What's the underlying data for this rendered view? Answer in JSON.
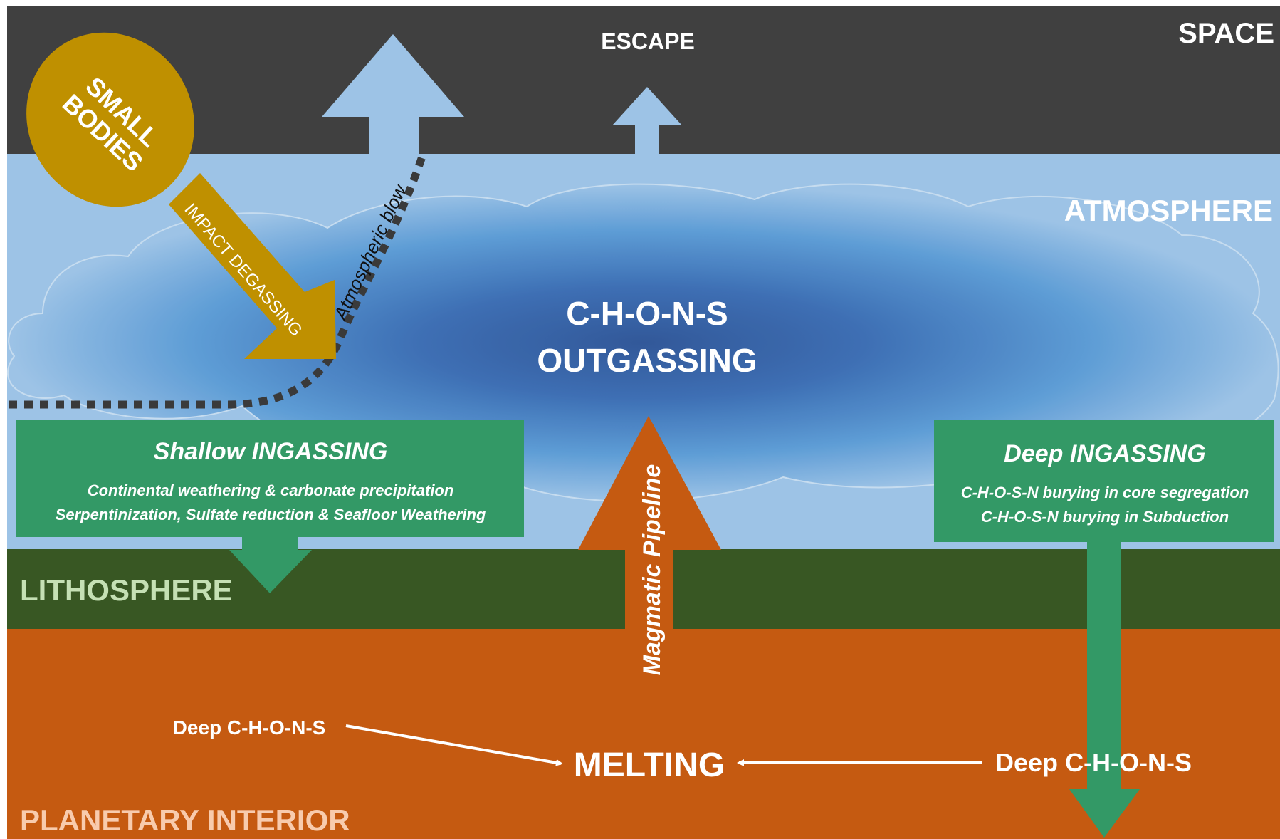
{
  "layers": {
    "space": "SPACE",
    "atmosphere": "ATMOSPHERE",
    "lithosphere": "LITHOSPHERE",
    "interior": "PLANETARY INTERIOR"
  },
  "escape_label": "ESCAPE",
  "small_bodies": {
    "line1": "SMALL",
    "line2": "BODIES"
  },
  "impact_label": "IMPACT DEGASSING",
  "blow_label": "Atmospheric blow",
  "outgassing": {
    "line1": "C-H-O-N-S",
    "line2": "OUTGASSING"
  },
  "shallow_box": {
    "title": "Shallow INGASSING",
    "line1": "Continental weathering & carbonate precipitation",
    "line2": "Serpentinization, Sulfate reduction & Seafloor Weathering"
  },
  "deep_box": {
    "title": "Deep INGASSING",
    "line1": "C-H-O-S-N burying in core segregation",
    "line2": "C-H-O-S-N burying in Subduction"
  },
  "magmatic_label": "Magmatic Pipeline",
  "melting_label": "MELTING",
  "deep_left_label": "Deep C-H-O-N-S",
  "deep_right_label": "Deep C-H-O-N-S",
  "colors": {
    "space": "#404040",
    "atmosphere": "#9dc3e6",
    "lithosphere": "#385723",
    "interior": "#c55a11",
    "small_bodies": "#bf9000",
    "ingassing_green": "#339966",
    "cloud_core": "#2f5597",
    "arrow_blue": "#9dc3e6"
  }
}
